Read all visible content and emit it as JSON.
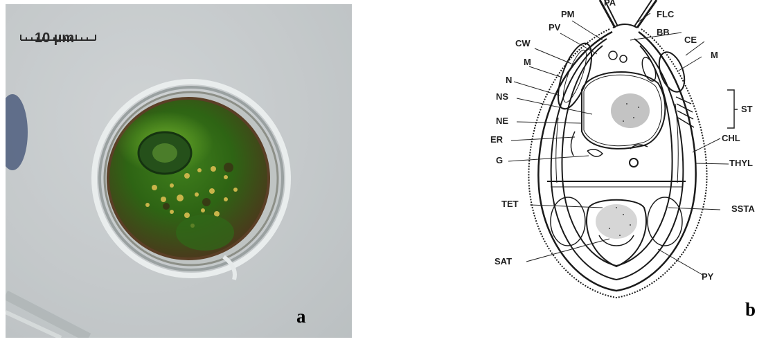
{
  "panel_a": {
    "letter": "a",
    "scale_bar_label": "10 µm"
  },
  "panel_b": {
    "letter": "b",
    "labels": {
      "pa": "PA",
      "pm": "PM",
      "flc": "FLC",
      "pv": "PV",
      "bb": "BB",
      "cw": "CW",
      "ce": "CE",
      "m_left": "M",
      "m_right": "M",
      "n": "N",
      "ns": "NS",
      "st": "ST",
      "ne": "NE",
      "chl": "CHL",
      "er": "ER",
      "g": "G",
      "thyl": "THYL",
      "ssta": "SSTA",
      "tet": "TET",
      "sat": "SAT",
      "py": "PY"
    }
  }
}
